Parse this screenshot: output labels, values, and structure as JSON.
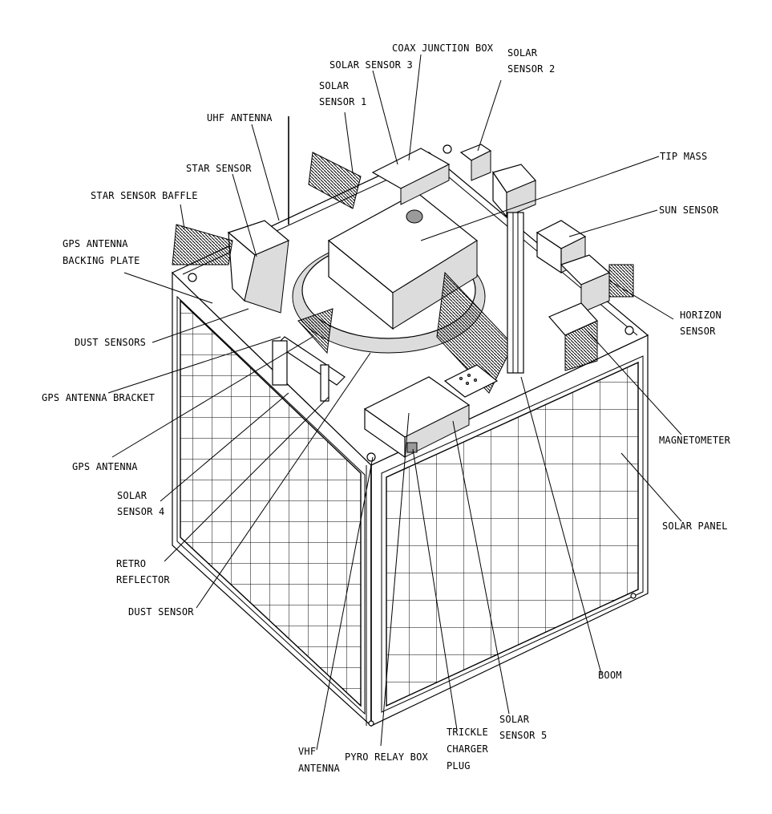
{
  "labels": {
    "coax_junction_box": "COAX JUNCTION BOX",
    "solar_sensor_3": "SOLAR SENSOR 3",
    "solar_sensor_2": [
      "SOLAR",
      "SENSOR 2"
    ],
    "solar_sensor_1": [
      "SOLAR",
      "SENSOR 1"
    ],
    "uhf_antenna": "UHF ANTENNA",
    "tip_mass": "TIP MASS",
    "star_sensor": "STAR SENSOR",
    "star_sensor_baffle": "STAR SENSOR BAFFLE",
    "sun_sensor": "SUN SENSOR",
    "gps_antenna_backing_plate": [
      "GPS ANTENNA",
      "BACKING PLATE"
    ],
    "horizon_sensor": [
      "HORIZON",
      "SENSOR"
    ],
    "dust_sensors": "DUST SENSORS",
    "gps_antenna_bracket": "GPS ANTENNA BRACKET",
    "magnetometer": "MAGNETOMETER",
    "gps_antenna": "GPS ANTENNA",
    "solar_sensor_4": [
      "SOLAR",
      "SENSOR 4"
    ],
    "solar_panel": "SOLAR PANEL",
    "retro_reflector": [
      "RETRO",
      "REFLECTOR"
    ],
    "dust_sensor": "DUST SENSOR",
    "boom": "BOOM",
    "solar_sensor_5": [
      "SOLAR",
      "SENSOR 5"
    ],
    "trickle_charger_plug": [
      "TRICKLE",
      "CHARGER",
      "PLUG"
    ],
    "vhf_antenna": [
      "VHF",
      "ANTENNA"
    ],
    "pyro_relay_box": "PYRO RELAY BOX"
  }
}
